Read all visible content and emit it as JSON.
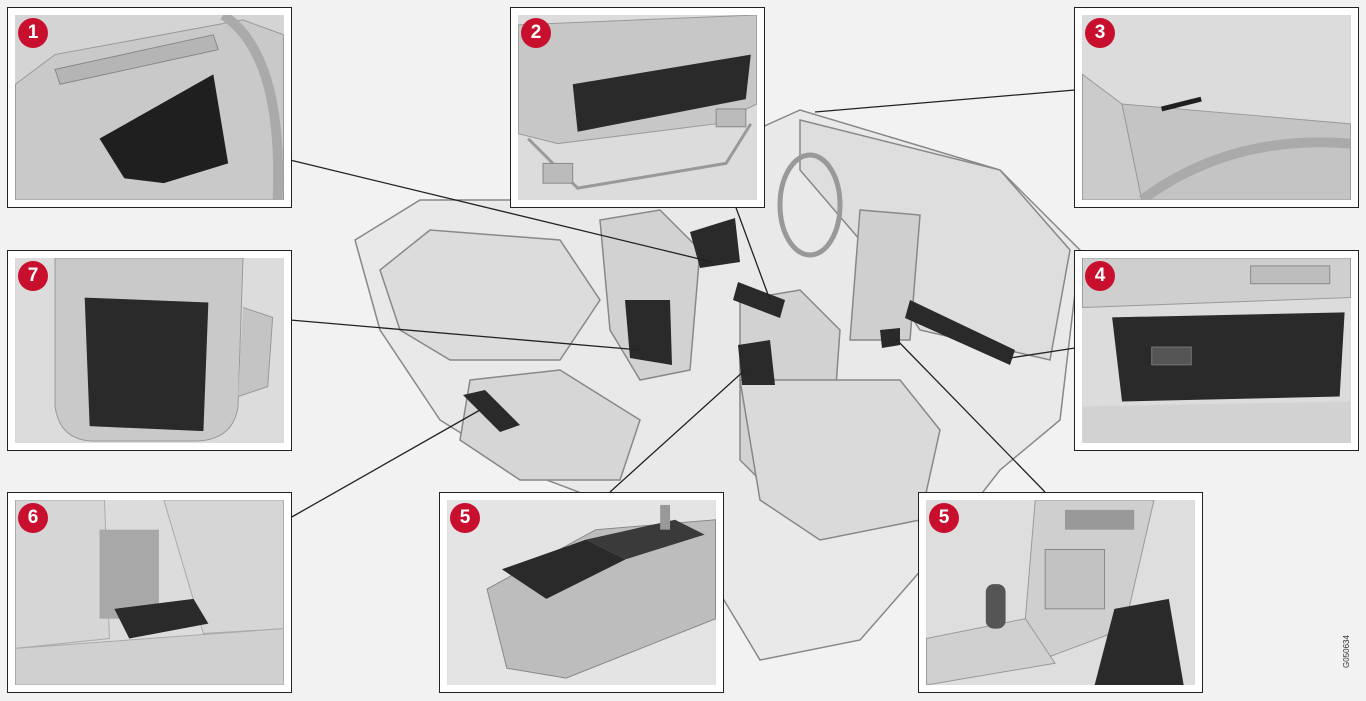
{
  "callouts": [
    {
      "number": "1"
    },
    {
      "number": "2"
    },
    {
      "number": "3"
    },
    {
      "number": "4"
    },
    {
      "number": "5"
    },
    {
      "number": "5"
    },
    {
      "number": "6"
    },
    {
      "number": "7"
    }
  ],
  "figure_code": "G050634",
  "colors": {
    "badge": "#c8102e",
    "background": "#f2f2f2",
    "panel_border": "#222222",
    "storage_highlight": "#2a2a2a"
  }
}
